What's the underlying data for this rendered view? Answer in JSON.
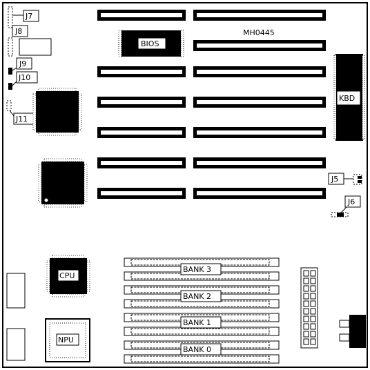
{
  "board": {
    "model": "MH0445",
    "labels": {
      "bios": "BIOS",
      "kbd": "KBD",
      "cpu": "CPU",
      "npu": "NPU",
      "bank3": "BANK 3",
      "bank2": "BANK 2",
      "bank1": "BANK 1",
      "bank0": "BANK 0"
    },
    "jumpers": {
      "j5": "J5",
      "j6": "J6",
      "j7": "J7",
      "j8": "J8",
      "j9": "J9",
      "j10": "J10",
      "j11": "J11"
    },
    "colors": {
      "ink": "#000000",
      "paper": "#ffffff"
    }
  }
}
